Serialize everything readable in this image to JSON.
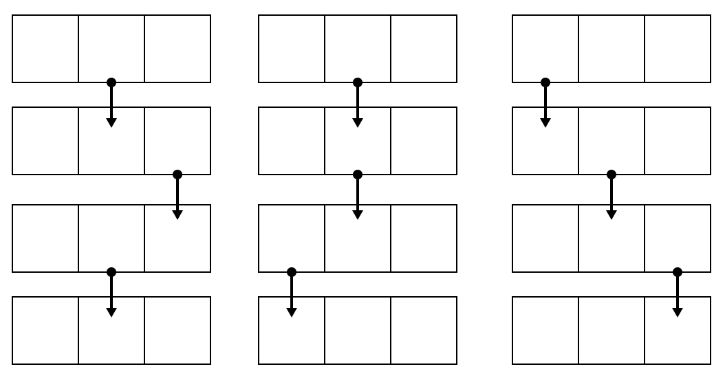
{
  "colors": {
    "background": "#ffffff",
    "stroke": "#000000"
  },
  "diagram": {
    "cells_per_row": 3,
    "rows_per_column": 4,
    "columns": [
      {
        "pointers": [
          {
            "from_row": 0,
            "cell": 1
          },
          {
            "from_row": 1,
            "cell": 2
          },
          {
            "from_row": 2,
            "cell": 1
          }
        ]
      },
      {
        "pointers": [
          {
            "from_row": 0,
            "cell": 1
          },
          {
            "from_row": 1,
            "cell": 1
          },
          {
            "from_row": 2,
            "cell": 0
          }
        ]
      },
      {
        "pointers": [
          {
            "from_row": 0,
            "cell": 0
          },
          {
            "from_row": 1,
            "cell": 1
          },
          {
            "from_row": 2,
            "cell": 2
          }
        ]
      }
    ]
  }
}
